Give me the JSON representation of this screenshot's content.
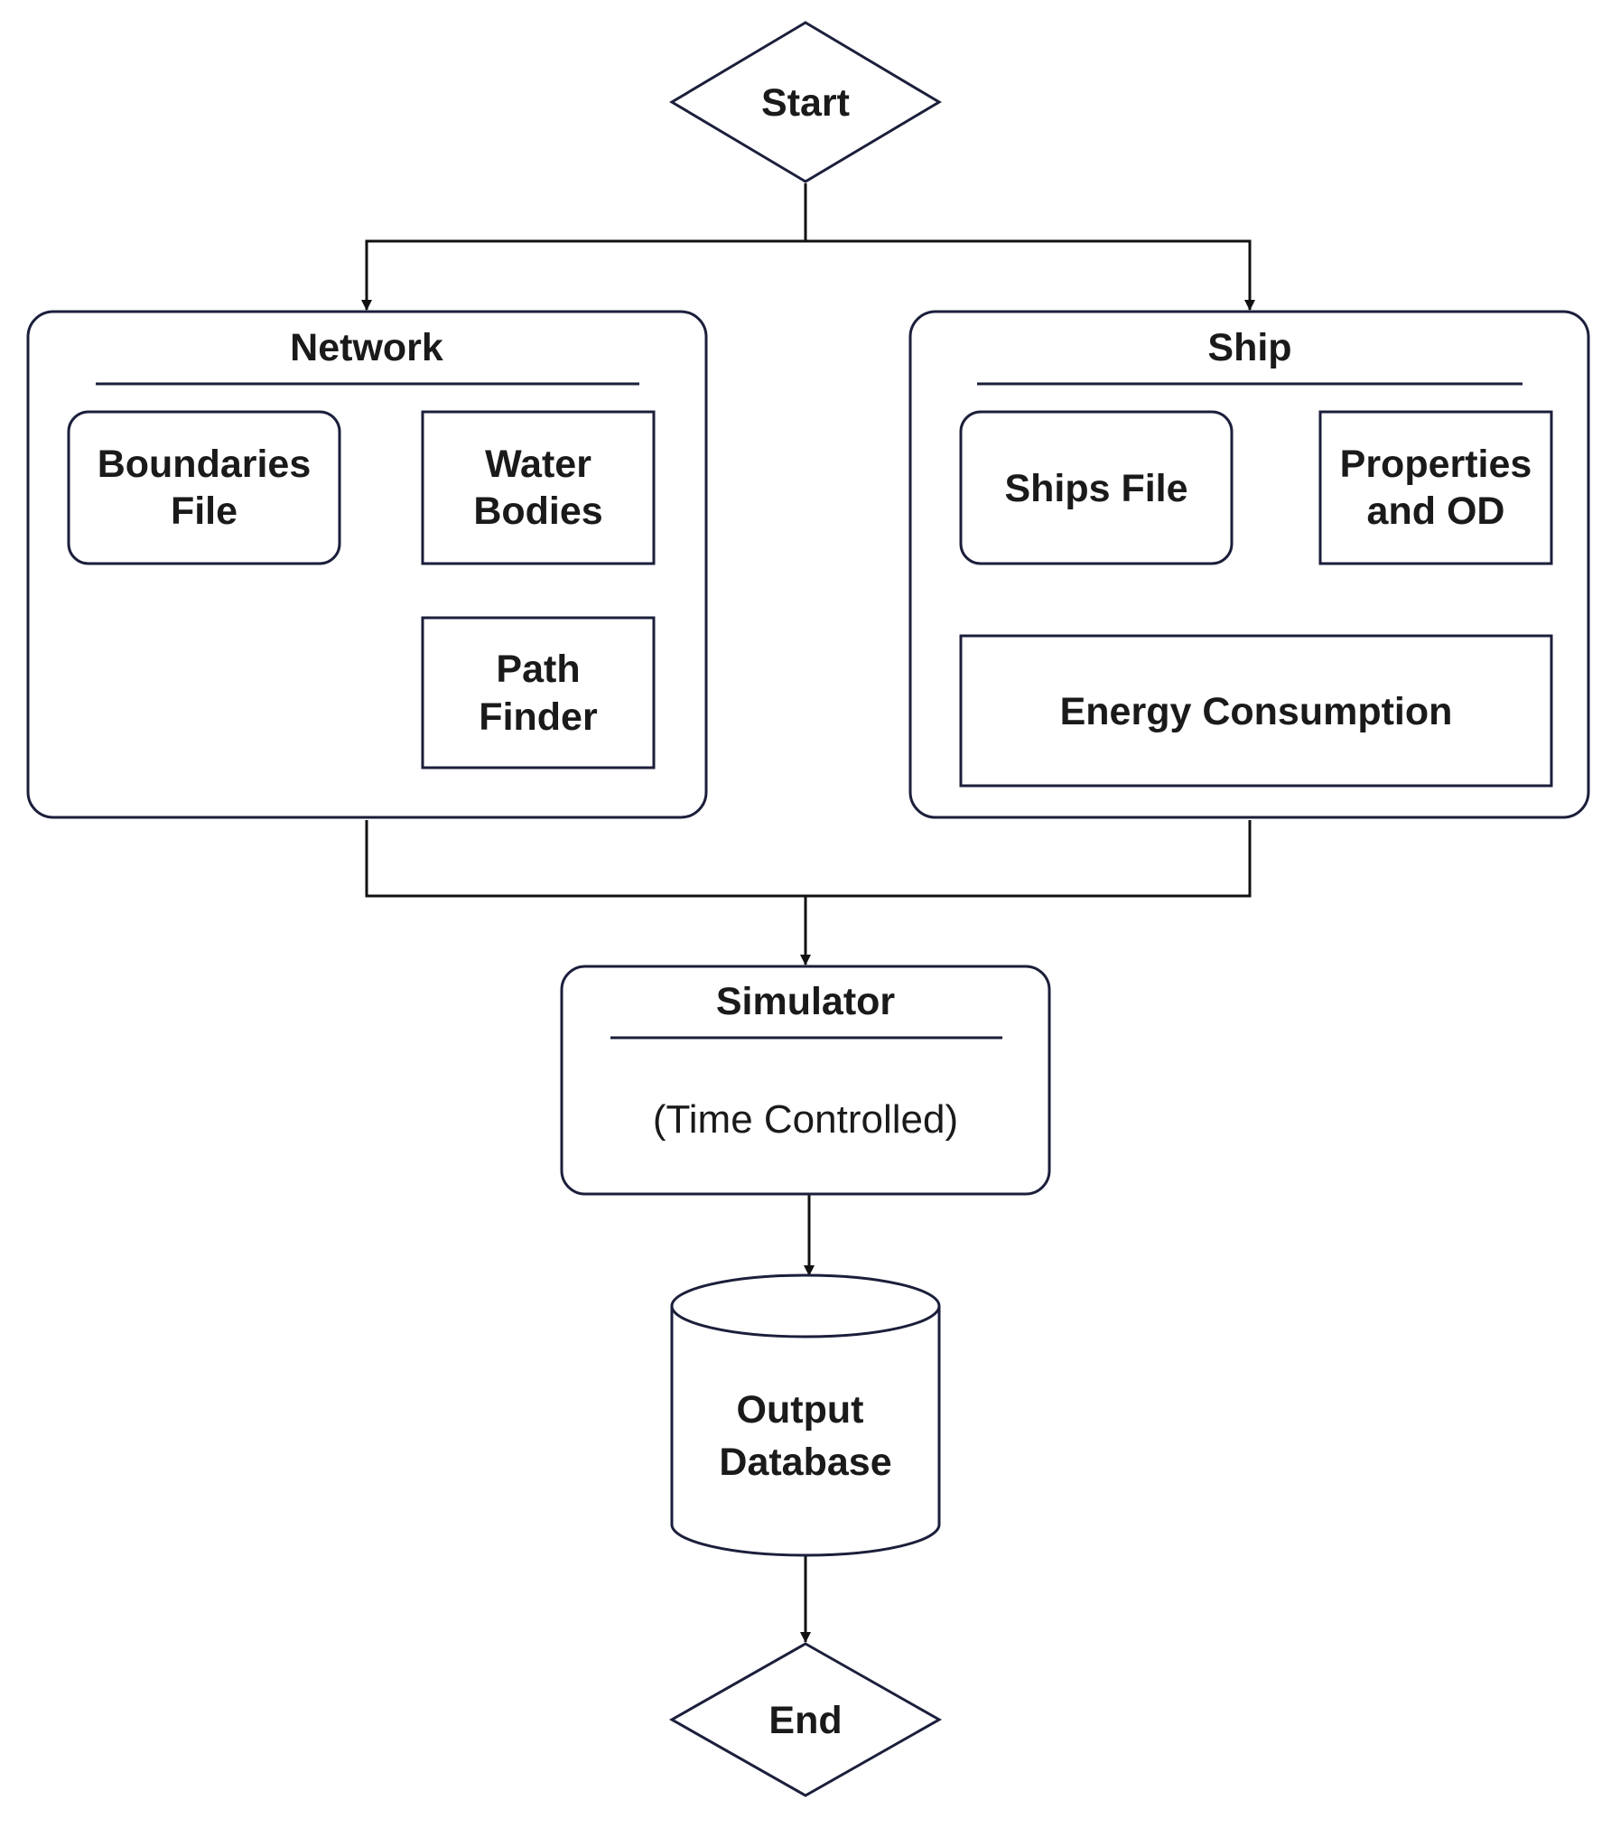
{
  "nodes": {
    "start": "Start",
    "network": {
      "title": "Network",
      "boundaries_file": [
        "Boundaries",
        "File"
      ],
      "water_bodies": [
        "Water",
        "Bodies"
      ],
      "path_finder": [
        "Path",
        "Finder"
      ]
    },
    "ship": {
      "title": "Ship",
      "ships_file": "Ships File",
      "properties_od": [
        "Properties",
        "and OD"
      ],
      "energy_consumption": "Energy Consumption"
    },
    "simulator": {
      "title": "Simulator",
      "subtitle": "(Time Controlled)"
    },
    "output_database": [
      "Output",
      "Database"
    ],
    "end": "End"
  },
  "colors": {
    "shape_stroke": "#1b1f3b",
    "connector": "#111111",
    "text": "#1a1a1a"
  }
}
